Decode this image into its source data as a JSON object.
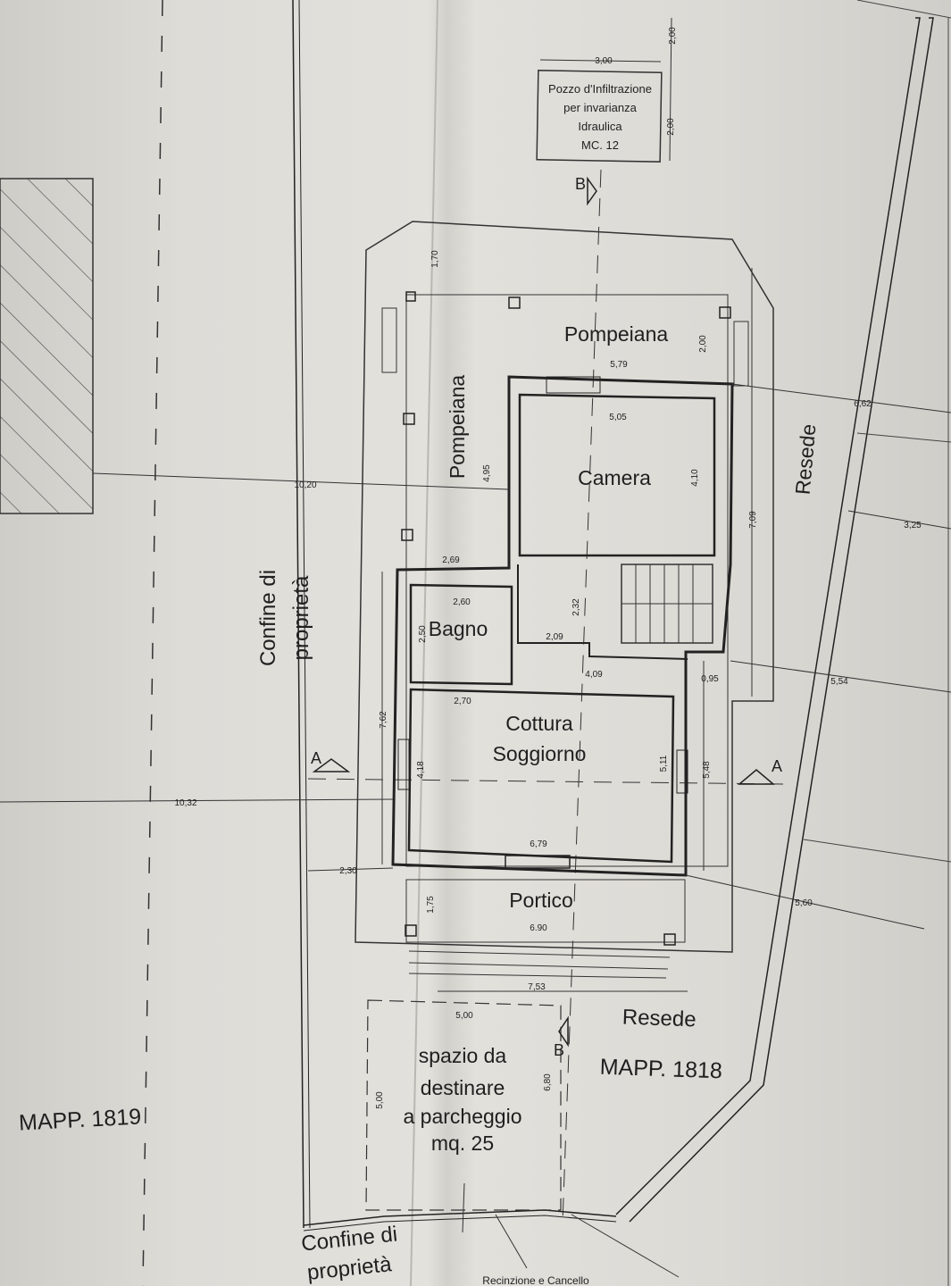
{
  "infiltration_well": {
    "line1": "Pozzo d'Infiltrazione",
    "line2": "per invarianza",
    "line3": "Idraulica",
    "line4": "MC. 12"
  },
  "rooms": {
    "pompeiana_top": "Pompeiana",
    "pompeiana_side": "Pompeiana",
    "camera": "Camera",
    "bagno": "Bagno",
    "cottura": "Cottura",
    "soggiorno": "Soggiorno",
    "portico": "Portico",
    "resede_right": "Resede",
    "resede_bottom": "Resede"
  },
  "parcels": {
    "left": "MAPP. 1819",
    "right": "MAPP. 1818"
  },
  "property_line": {
    "left_line1": "Confine di",
    "left_line2": "proprietà",
    "bottom_line1": "Confine di",
    "bottom_line2": "proprietà"
  },
  "parking": {
    "line1": "spazio da",
    "line2": "destinare",
    "line3": "a parcheggio",
    "line4": "mq. 25"
  },
  "fence_note": "Recinzione e Cancello",
  "section_marks": {
    "a_left": "A",
    "a_right": "A",
    "b_top": "B",
    "b_bottom": "B"
  },
  "dimensions": {
    "well_width": "3,00",
    "well_top": "2,00",
    "well_side": "2,00",
    "d_170": "1,70",
    "d_579": "5,79",
    "d_200": "2,00",
    "d_505": "5,05",
    "d_662": "6,62",
    "d_495": "4,95",
    "d_410": "4,10",
    "d_709": "7,09",
    "d_1020": "10,20",
    "d_325": "3,25",
    "d_269": "2,69",
    "d_260": "2,60",
    "d_232": "2,32",
    "d_250": "2,50",
    "d_209": "2,09",
    "d_409": "4,09",
    "d_095": "0,95",
    "d_554": "5,54",
    "d_270": "2,70",
    "d_762": "7,62",
    "d_418": "4,18",
    "d_511": "5,11",
    "d_548": "5,48",
    "d_1032": "10,32",
    "d_679": "6,79",
    "d_230": "2,30",
    "d_175": "1,75",
    "d_690": "6.90",
    "d_560": "5,60",
    "d_753": "7,53",
    "d_500h": "5,00",
    "d_500v": "5,00",
    "d_680": "6,80"
  }
}
